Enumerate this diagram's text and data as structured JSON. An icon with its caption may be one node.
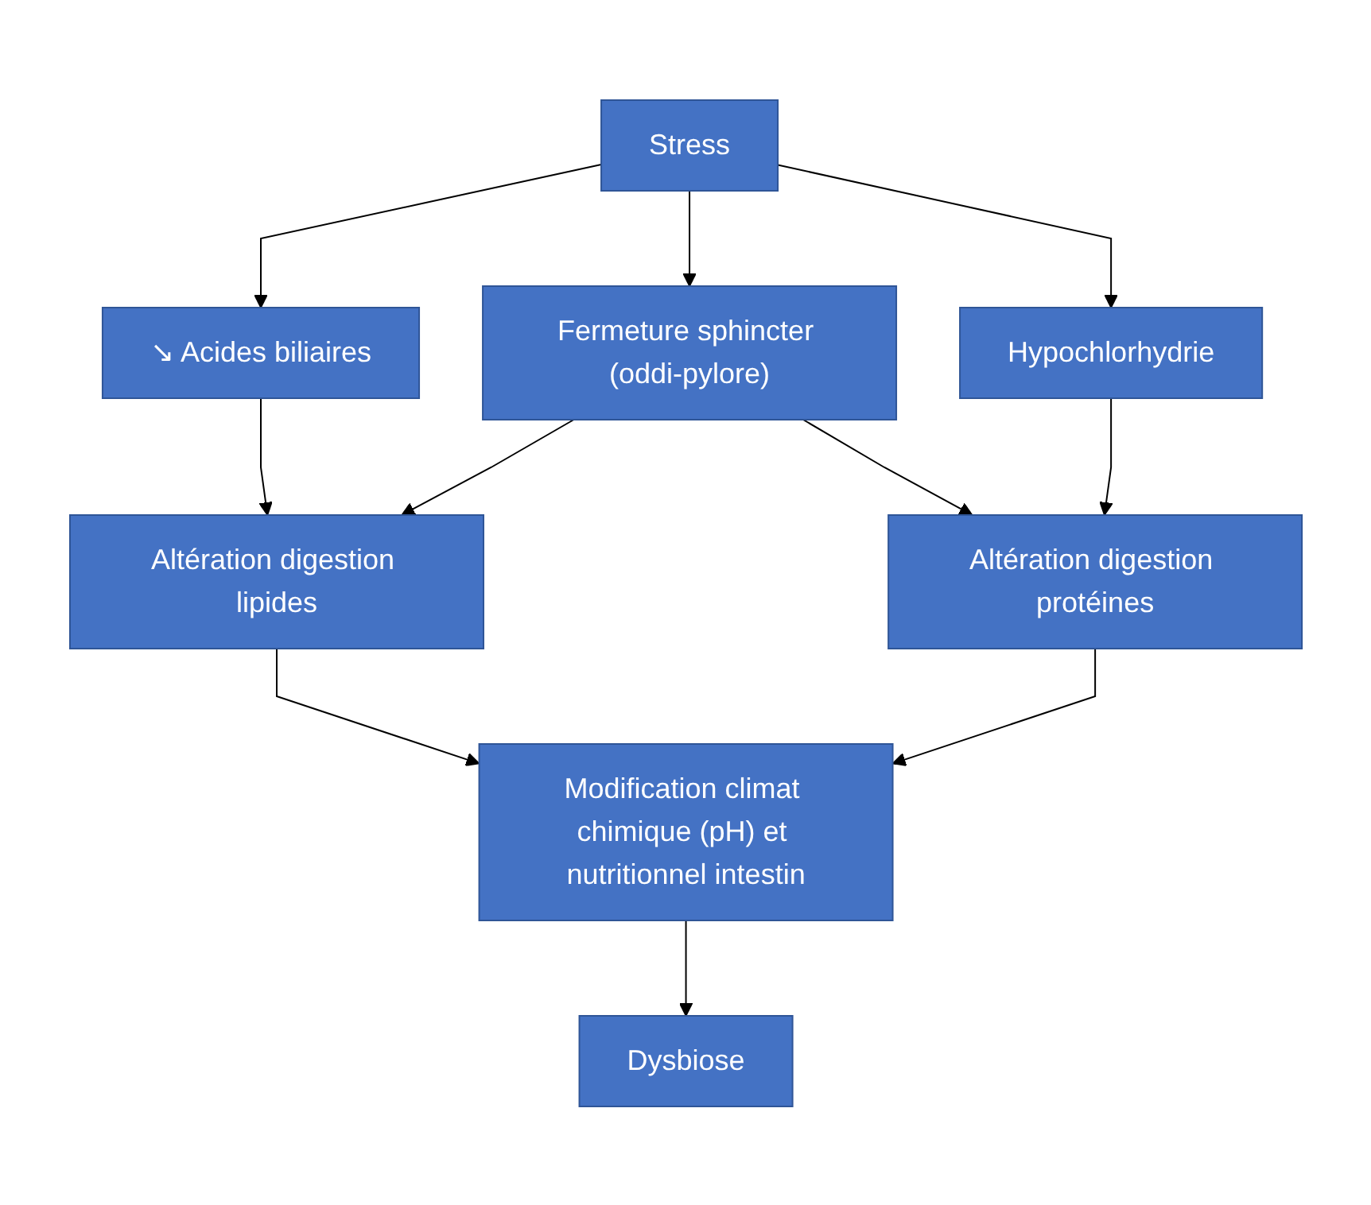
{
  "diagram": {
    "nodes": [
      {
        "text": [
          "Stress"
        ]
      },
      {
        "text": [
          "↘ Acides biliaires"
        ]
      },
      {
        "text": [
          "Fermeture sphincter (oddi-pylore)"
        ]
      },
      {
        "text": [
          "Hypochlorhydrie"
        ]
      },
      {
        "text": [
          "Altération digestion lipides"
        ]
      },
      {
        "text": [
          "Altération digestion protéines"
        ]
      },
      {
        "text": [
          "Modification climat chimique (pH) et nutritionnel intestin"
        ]
      },
      {
        "text": [
          "Dysbiose"
        ]
      }
    ],
    "edges": [
      {
        "from": 0,
        "to": 1,
        "arrow": "to"
      },
      {
        "from": 0,
        "to": 2,
        "arrow": "to"
      },
      {
        "from": 0,
        "to": 3,
        "arrow": "to"
      },
      {
        "from": 1,
        "to": 4,
        "arrow": "to"
      },
      {
        "from": 2,
        "to": 4,
        "arrow": "to"
      },
      {
        "from": 2,
        "to": 5,
        "arrow": "to"
      },
      {
        "from": 3,
        "to": 5,
        "arrow": "to"
      },
      {
        "from": 4,
        "to": 6,
        "arrow": "to"
      },
      {
        "from": 5,
        "to": 6,
        "arrow": "to"
      },
      {
        "from": 6,
        "to": 7,
        "arrow": "to"
      }
    ]
  }
}
